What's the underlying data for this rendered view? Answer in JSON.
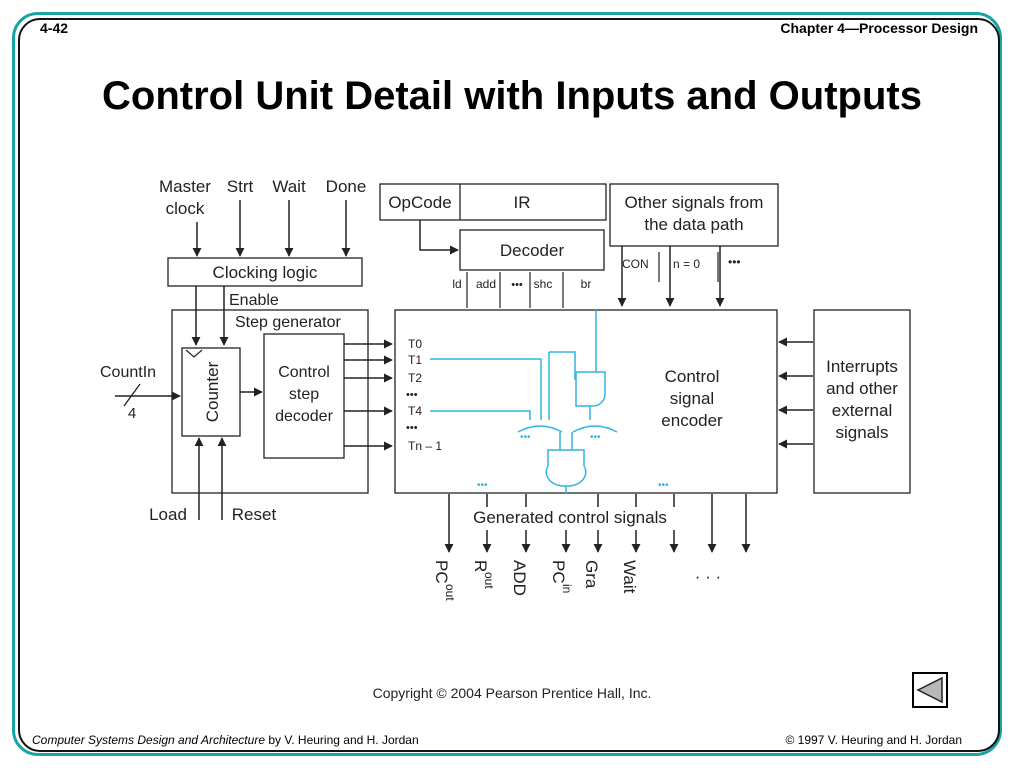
{
  "header": {
    "slide_number": "4-42",
    "chapter": "Chapter 4—Processor Design",
    "title": "Control Unit Detail with Inputs and Outputs"
  },
  "diagram": {
    "inputs": {
      "master_clock_line1": "Master",
      "master_clock_line2": "clock",
      "strt": "Strt",
      "wait": "Wait",
      "done": "Done"
    },
    "clocking_logic": "Clocking logic",
    "enable": "Enable",
    "step_generator": "Step generator",
    "countin": "CountIn",
    "count_width": "4",
    "counter": "Counter",
    "control_step_decoder": [
      "Control",
      "step",
      "decoder"
    ],
    "load": "Load",
    "reset": "Reset",
    "opcode": "OpCode",
    "ir": "IR",
    "decoder": "Decoder",
    "decoder_outputs": [
      "ld",
      "add",
      "•••",
      "shc",
      "br"
    ],
    "other_signals": [
      "Other signals from",
      "the data path"
    ],
    "datapath_signals": [
      "CON",
      "n = 0",
      "•••"
    ],
    "timing_signals": [
      "T0",
      "T1",
      "T2",
      "•••",
      "T4",
      "•••",
      "Tn – 1"
    ],
    "encoder": [
      "Control",
      "signal",
      "encoder"
    ],
    "interrupts": [
      "Interrupts",
      "and other",
      "external",
      "signals"
    ],
    "generated_signals": "Generated control signals",
    "outputs": {
      "pc_out": "PC",
      "pc_out_sub": "out",
      "r_out": "R",
      "r_out_sub": "out",
      "add": "ADD",
      "pc_in": "PC",
      "pc_in_sub": "in",
      "gra": "Gra",
      "wait": "Wait",
      "more": "· · ·"
    },
    "dots": "•••"
  },
  "copyright": "Copyright © 2004 Pearson Prentice Hall, Inc.",
  "footer": {
    "book_title": "Computer Systems Design and Architecture",
    "authors": " by V. Heuring and H. Jordan",
    "right": "© 1997 V. Heuring and H. Jordan"
  },
  "colors": {
    "accent": "#1aa3a3",
    "signal_path": "#33b3e0",
    "line": "#222222"
  }
}
